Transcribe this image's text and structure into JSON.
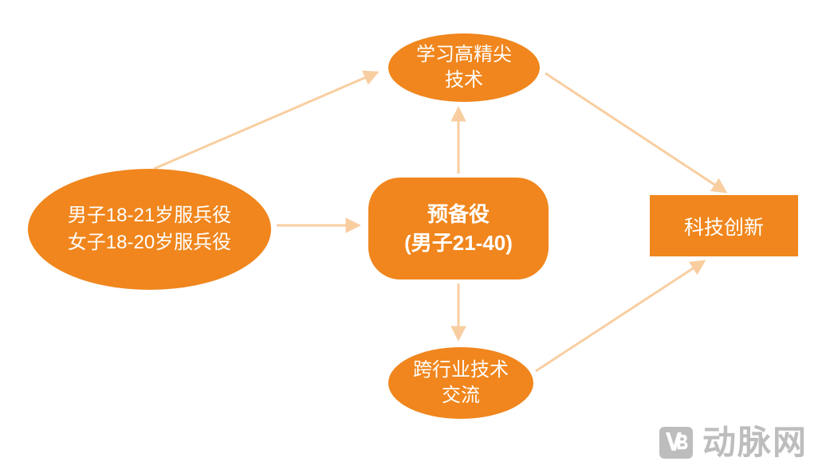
{
  "nodes": {
    "conscription": {
      "lines": [
        "男子18-21岁服兵役",
        "女子18-20岁服兵役"
      ]
    },
    "advanced_tech": {
      "lines": [
        "学习高精尖",
        "技术"
      ]
    },
    "reserve": {
      "lines": [
        "预备役",
        "(男子21-40)"
      ]
    },
    "innovation": {
      "label": "科技创新"
    },
    "cross_industry": {
      "lines": [
        "跨行业技术",
        "交流"
      ]
    }
  },
  "watermark": {
    "text": "动脉网",
    "logo_letter": "B"
  },
  "colors": {
    "node_fill": "#F0861D",
    "node_text": "#FFFFFF",
    "arrow": "#F8CEA0",
    "watermark": "#BDBDBD"
  }
}
